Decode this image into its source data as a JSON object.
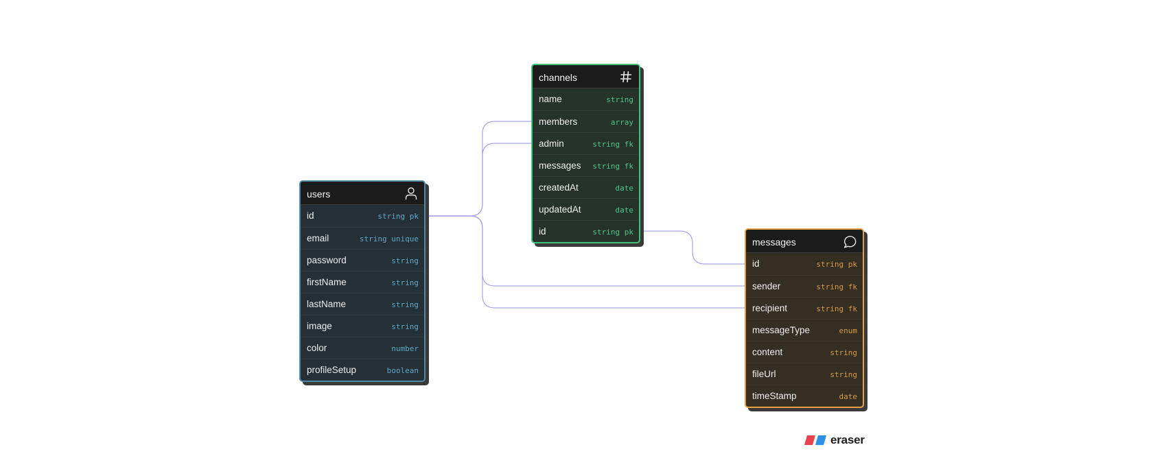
{
  "diagram": {
    "entities": {
      "users": {
        "name": "users",
        "icon": "user-icon",
        "accent": "#4e8aa8",
        "fields": [
          {
            "name": "id",
            "type": "string pk"
          },
          {
            "name": "email",
            "type": "string unique"
          },
          {
            "name": "password",
            "type": "string"
          },
          {
            "name": "firstName",
            "type": "string"
          },
          {
            "name": "lastName",
            "type": "string"
          },
          {
            "name": "image",
            "type": "string"
          },
          {
            "name": "color",
            "type": "number"
          },
          {
            "name": "profileSetup",
            "type": "boolean"
          }
        ]
      },
      "channels": {
        "name": "channels",
        "icon": "hash-icon",
        "accent": "#3fc37a",
        "fields": [
          {
            "name": "name",
            "type": "string"
          },
          {
            "name": "members",
            "type": "array"
          },
          {
            "name": "admin",
            "type": "string fk"
          },
          {
            "name": "messages",
            "type": "string fk"
          },
          {
            "name": "createdAt",
            "type": "date"
          },
          {
            "name": "updatedAt",
            "type": "date"
          },
          {
            "name": "id",
            "type": "string pk"
          }
        ]
      },
      "messages": {
        "name": "messages",
        "icon": "chat-bubble-icon",
        "accent": "#e5a13f",
        "fields": [
          {
            "name": "id",
            "type": "string pk"
          },
          {
            "name": "sender",
            "type": "string fk"
          },
          {
            "name": "recipient",
            "type": "string fk"
          },
          {
            "name": "messageType",
            "type": "enum"
          },
          {
            "name": "content",
            "type": "string"
          },
          {
            "name": "fileUrl",
            "type": "string"
          },
          {
            "name": "timeStamp",
            "type": "date"
          }
        ]
      }
    },
    "relations": [
      {
        "from": "users.id",
        "to": "channels.members"
      },
      {
        "from": "users.id",
        "to": "channels.admin"
      },
      {
        "from": "users.id",
        "to": "messages.sender"
      },
      {
        "from": "users.id",
        "to": "messages.recipient"
      },
      {
        "from": "channels.id",
        "to": "messages.id"
      }
    ],
    "link_color": "#a9a3e6"
  },
  "branding": {
    "logo_text": "eraser",
    "logo_colors": [
      "#e8424f",
      "#2f8fe0"
    ]
  }
}
